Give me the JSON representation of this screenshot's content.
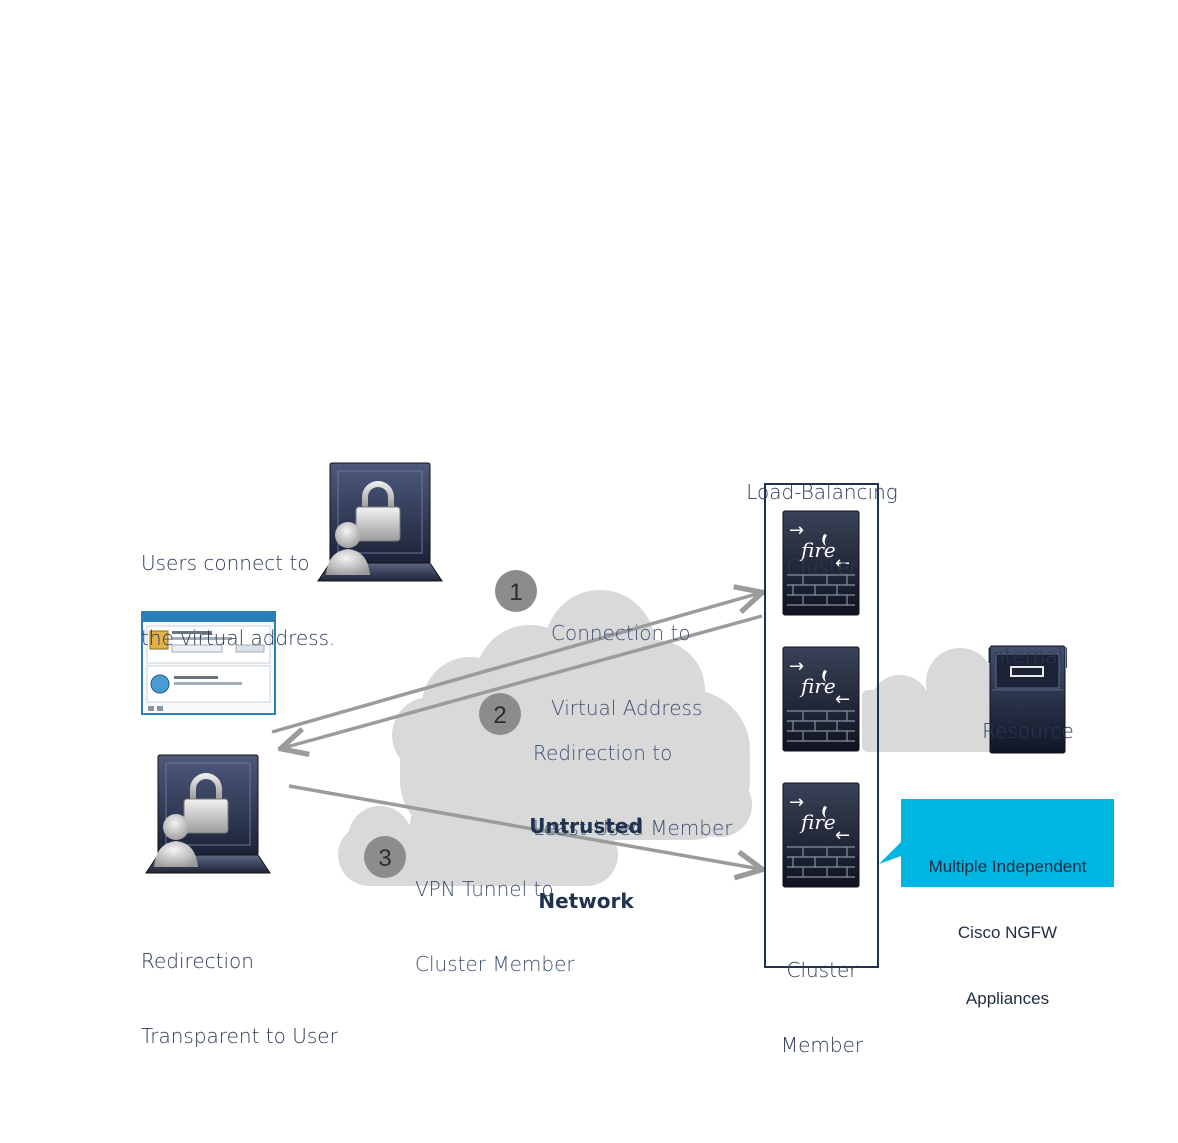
{
  "diagram": {
    "cluster_title_line1": "Load-Balancing",
    "cluster_title_line2": "Cluster",
    "cluster_member_line1": "Cluster",
    "cluster_member_line2": "Member",
    "users_line1": "Users connect to",
    "users_line2": "the virtual address.",
    "redirection_line1": "Redirection",
    "redirection_line2": "Transparent to User",
    "internal_line1": "Internal|",
    "internal_line2": "Resource",
    "untrusted_line1": "Untrusted",
    "untrusted_line2": "Network",
    "firewall_brand": "fire",
    "steps": [
      {
        "number": "1",
        "line1": "Connection to",
        "line2": "Virtual Address"
      },
      {
        "number": "2",
        "line1": "Redirection to",
        "line2": "Least-Used Member"
      },
      {
        "number": "3",
        "line1": "VPN Tunnel to",
        "line2": "Cluster Member"
      }
    ],
    "callout": {
      "line1": "Multiple Independent",
      "line2": "Cisco NGFW",
      "line3": "Appliances",
      "color": "#00b5e2"
    },
    "colors": {
      "cloud": "#d9d9d9",
      "arrow": "#9b9b9b",
      "badge": "#8c8c8c",
      "cluster_border": "#1f3350",
      "text": "#2b3a55"
    }
  }
}
